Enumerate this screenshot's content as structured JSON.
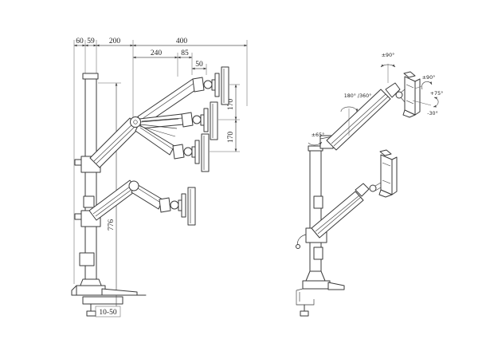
{
  "left_view": {
    "dims": {
      "base_offset": "60",
      "pole_offset": "59",
      "arm_front": "200",
      "arm_reach": "400",
      "forearm_reach": "240",
      "head_depth": "85",
      "bracket_offset": "50",
      "spacing_top": "170",
      "spacing_bottom": "170",
      "column_height": "776",
      "clamp_range": "10-50"
    }
  },
  "right_view": {
    "angles": {
      "head_pivot": "±90°",
      "arm_swivel": "180° /360°",
      "pole_swivel": "±65°",
      "screen_rotation": "±90°",
      "tilt_up": "+75°",
      "tilt_down": "-30°"
    }
  },
  "colors": {
    "line": "#3a3a3a",
    "dim_line": "#555555",
    "background": "#ffffff"
  }
}
